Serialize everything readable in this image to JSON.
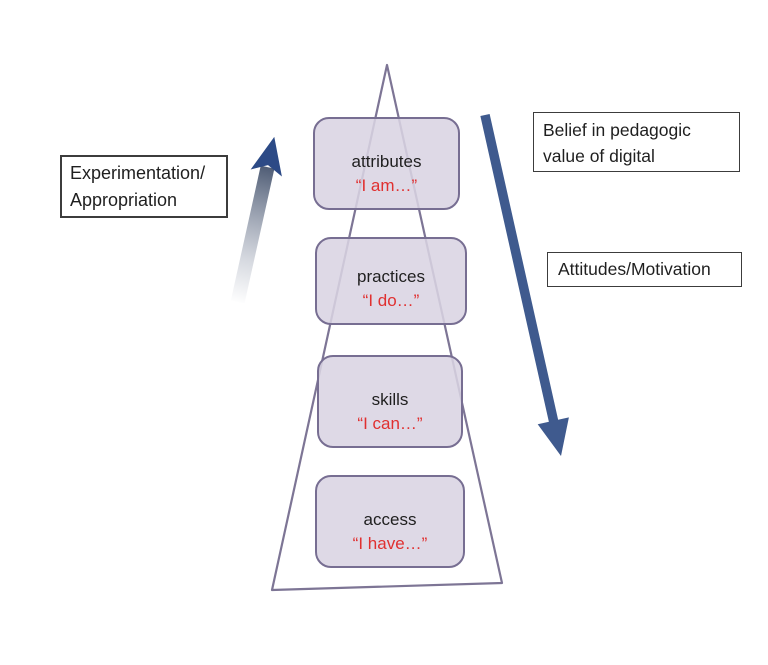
{
  "pyramid": {
    "levels": [
      {
        "label": "attributes",
        "quote": "“I am…”"
      },
      {
        "label": "practices",
        "quote": "“I do…”"
      },
      {
        "label": "skills",
        "quote": "“I can…”"
      },
      {
        "label": "access",
        "quote": "“I have…”"
      }
    ]
  },
  "labels": {
    "experimentation": {
      "line1": "Experimentation/",
      "line2": "Appropriation"
    },
    "belief": {
      "line1": "Belief in pedagogic",
      "line2": "value of digital"
    },
    "attitudes": {
      "text": "Attitudes/Motivation"
    }
  },
  "icons": {
    "up_arrow": "gradient-up-arrow",
    "down_arrow": "solid-down-arrow"
  },
  "colors": {
    "box_fill": "#d9d3e2",
    "box_fill_rgba": "rgba(217,211,226,0.87)",
    "box_border": "#776e92",
    "triangle_stroke": "#7d7595",
    "quote_red": "#e03030",
    "text_black": "#1f1f1f",
    "arrow_blue": "#3f5a8e",
    "up_arrow_top": "#30405d",
    "up_arrow_bottom": "#c9cdd6",
    "up_arrow_head": "#2c4a86",
    "note_border": "#3c3c3c"
  }
}
